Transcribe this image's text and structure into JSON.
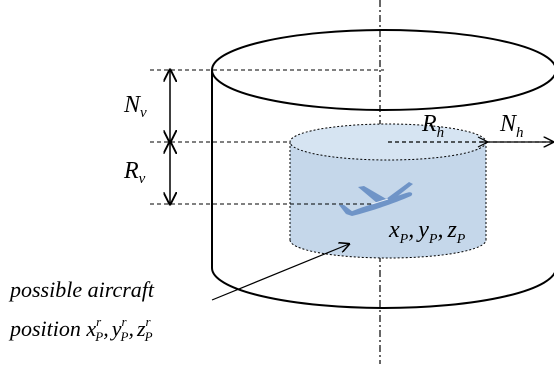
{
  "labels": {
    "nv_main": "N",
    "nv_sub": "v",
    "rv_main": "R",
    "rv_sub": "v",
    "rh_main": "R",
    "rh_sub": "h",
    "nh_main": "N",
    "nh_sub": "h",
    "xp": "x",
    "yp": "y",
    "zp": "z",
    "p_sub": "P",
    "comma": ",",
    "caption_line1": "possible aircraft",
    "caption_line2": "position ",
    "r_sup": "r"
  },
  "colors": {
    "inner_fill": "#c5d7ea",
    "inner_top": "#d6e4f2",
    "stroke": "#000000",
    "aircraft": "#6f94c7"
  }
}
